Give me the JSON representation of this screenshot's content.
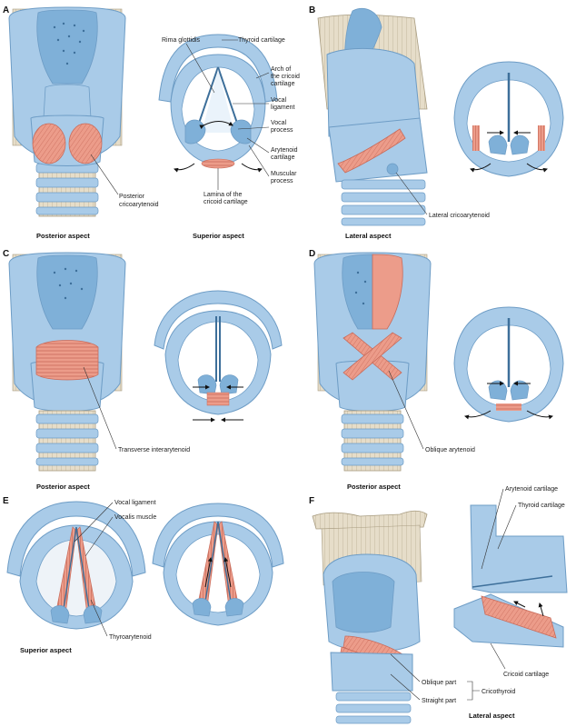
{
  "colors": {
    "cartilage": "#a9cbe8",
    "cartilage_edge": "#6d9cc5",
    "cartilage_dark": "#7fb0d8",
    "muscle": "#ec9c8a",
    "muscle_dark": "#c96b5a",
    "trachea": "#d9d3c0",
    "bone": "#e6ddc9",
    "arrow": "#111111"
  },
  "panels": {
    "A": {
      "letter": "A",
      "caption_left": "Posterior aspect",
      "caption_right": "Superior aspect",
      "labels": {
        "rima": "Rima glottidis",
        "thyroid": "Thyroid cartilage",
        "arch1": "Arch of",
        "arch2": "the cricoid",
        "arch3": "cartilage",
        "vocal_lig1": "Vocal",
        "vocal_lig2": "ligament",
        "vocal_proc1": "Vocal",
        "vocal_proc2": "process",
        "aryt1": "Arytenoid",
        "aryt2": "cartilage",
        "musc1": "Muscular",
        "musc2": "process",
        "lamina1": "Lamina of the",
        "lamina2": "cricoid cartilage",
        "pca1": "Posterior",
        "pca2": "cricoarytenoid"
      }
    },
    "B": {
      "letter": "B",
      "caption": "Lateral aspect",
      "label": "Lateral cricoarytenoid"
    },
    "C": {
      "letter": "C",
      "caption": "Posterior aspect",
      "label": "Transverse interarytenoid"
    },
    "D": {
      "letter": "D",
      "caption": "Posterior aspect",
      "label": "Oblique arytenoid"
    },
    "E": {
      "letter": "E",
      "caption": "Superior aspect",
      "labels": {
        "vocal_lig": "Vocal ligament",
        "vocalis": "Vocalis muscle",
        "thyroaryt": "Thyroarytenoid"
      }
    },
    "F": {
      "letter": "F",
      "caption": "Lateral aspect",
      "labels": {
        "arytenoid": "Arytenoid cartilage",
        "thyroid": "Thyroid cartilage",
        "cricoid": "Cricoid cartilage",
        "oblique": "Oblique part",
        "straight": "Straight part",
        "cricothyroid": "Cricothyroid"
      }
    }
  }
}
